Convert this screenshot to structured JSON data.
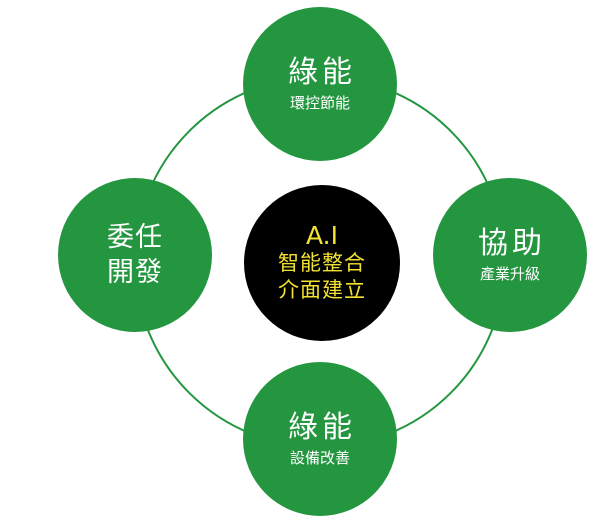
{
  "diagram": {
    "colors": {
      "node_fill": "#249640",
      "center_fill": "#000000",
      "center_text": "#f2e130",
      "ring_stroke": "#249640"
    },
    "center": {
      "title": "A.I",
      "line1": "智能整合",
      "line2": "介面建立"
    },
    "top": {
      "title": "綠能",
      "subtitle": "環控節能"
    },
    "right": {
      "title": "協助",
      "subtitle": "產業升級"
    },
    "bottom": {
      "title": "綠能",
      "subtitle": "設備改善"
    },
    "left": {
      "line1": "委任",
      "line2": "開發"
    }
  }
}
